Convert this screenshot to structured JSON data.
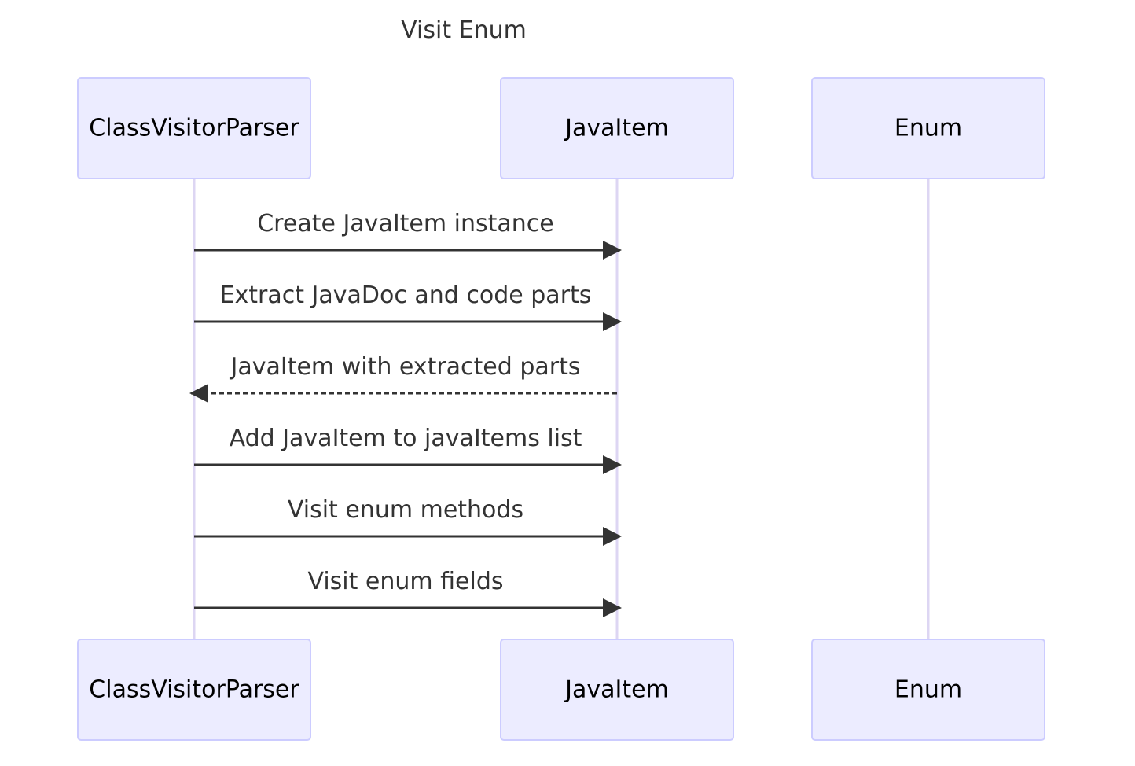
{
  "diagram": {
    "title": "Visit Enum",
    "participants": [
      {
        "id": "parser",
        "label": "ClassVisitorParser"
      },
      {
        "id": "javaitem",
        "label": "JavaItem"
      },
      {
        "id": "enum",
        "label": "Enum"
      }
    ],
    "messages": [
      {
        "from": "parser",
        "to": "javaitem",
        "label": "Create JavaItem instance",
        "style": "solid"
      },
      {
        "from": "parser",
        "to": "javaitem",
        "label": "Extract JavaDoc and code parts",
        "style": "solid"
      },
      {
        "from": "javaitem",
        "to": "parser",
        "label": "JavaItem with extracted parts",
        "style": "dashed"
      },
      {
        "from": "parser",
        "to": "javaitem",
        "label": "Add JavaItem to javaItems list",
        "style": "solid"
      },
      {
        "from": "parser",
        "to": "javaitem",
        "label": "Visit enum methods",
        "style": "solid"
      },
      {
        "from": "parser",
        "to": "javaitem",
        "label": "Visit enum fields",
        "style": "solid"
      }
    ],
    "colors": {
      "actor_fill": "#ECECFF",
      "actor_border": "#CCCCFF",
      "lifeline": "#DDD6F3",
      "message_line": "#333333",
      "text": "#333333"
    }
  }
}
